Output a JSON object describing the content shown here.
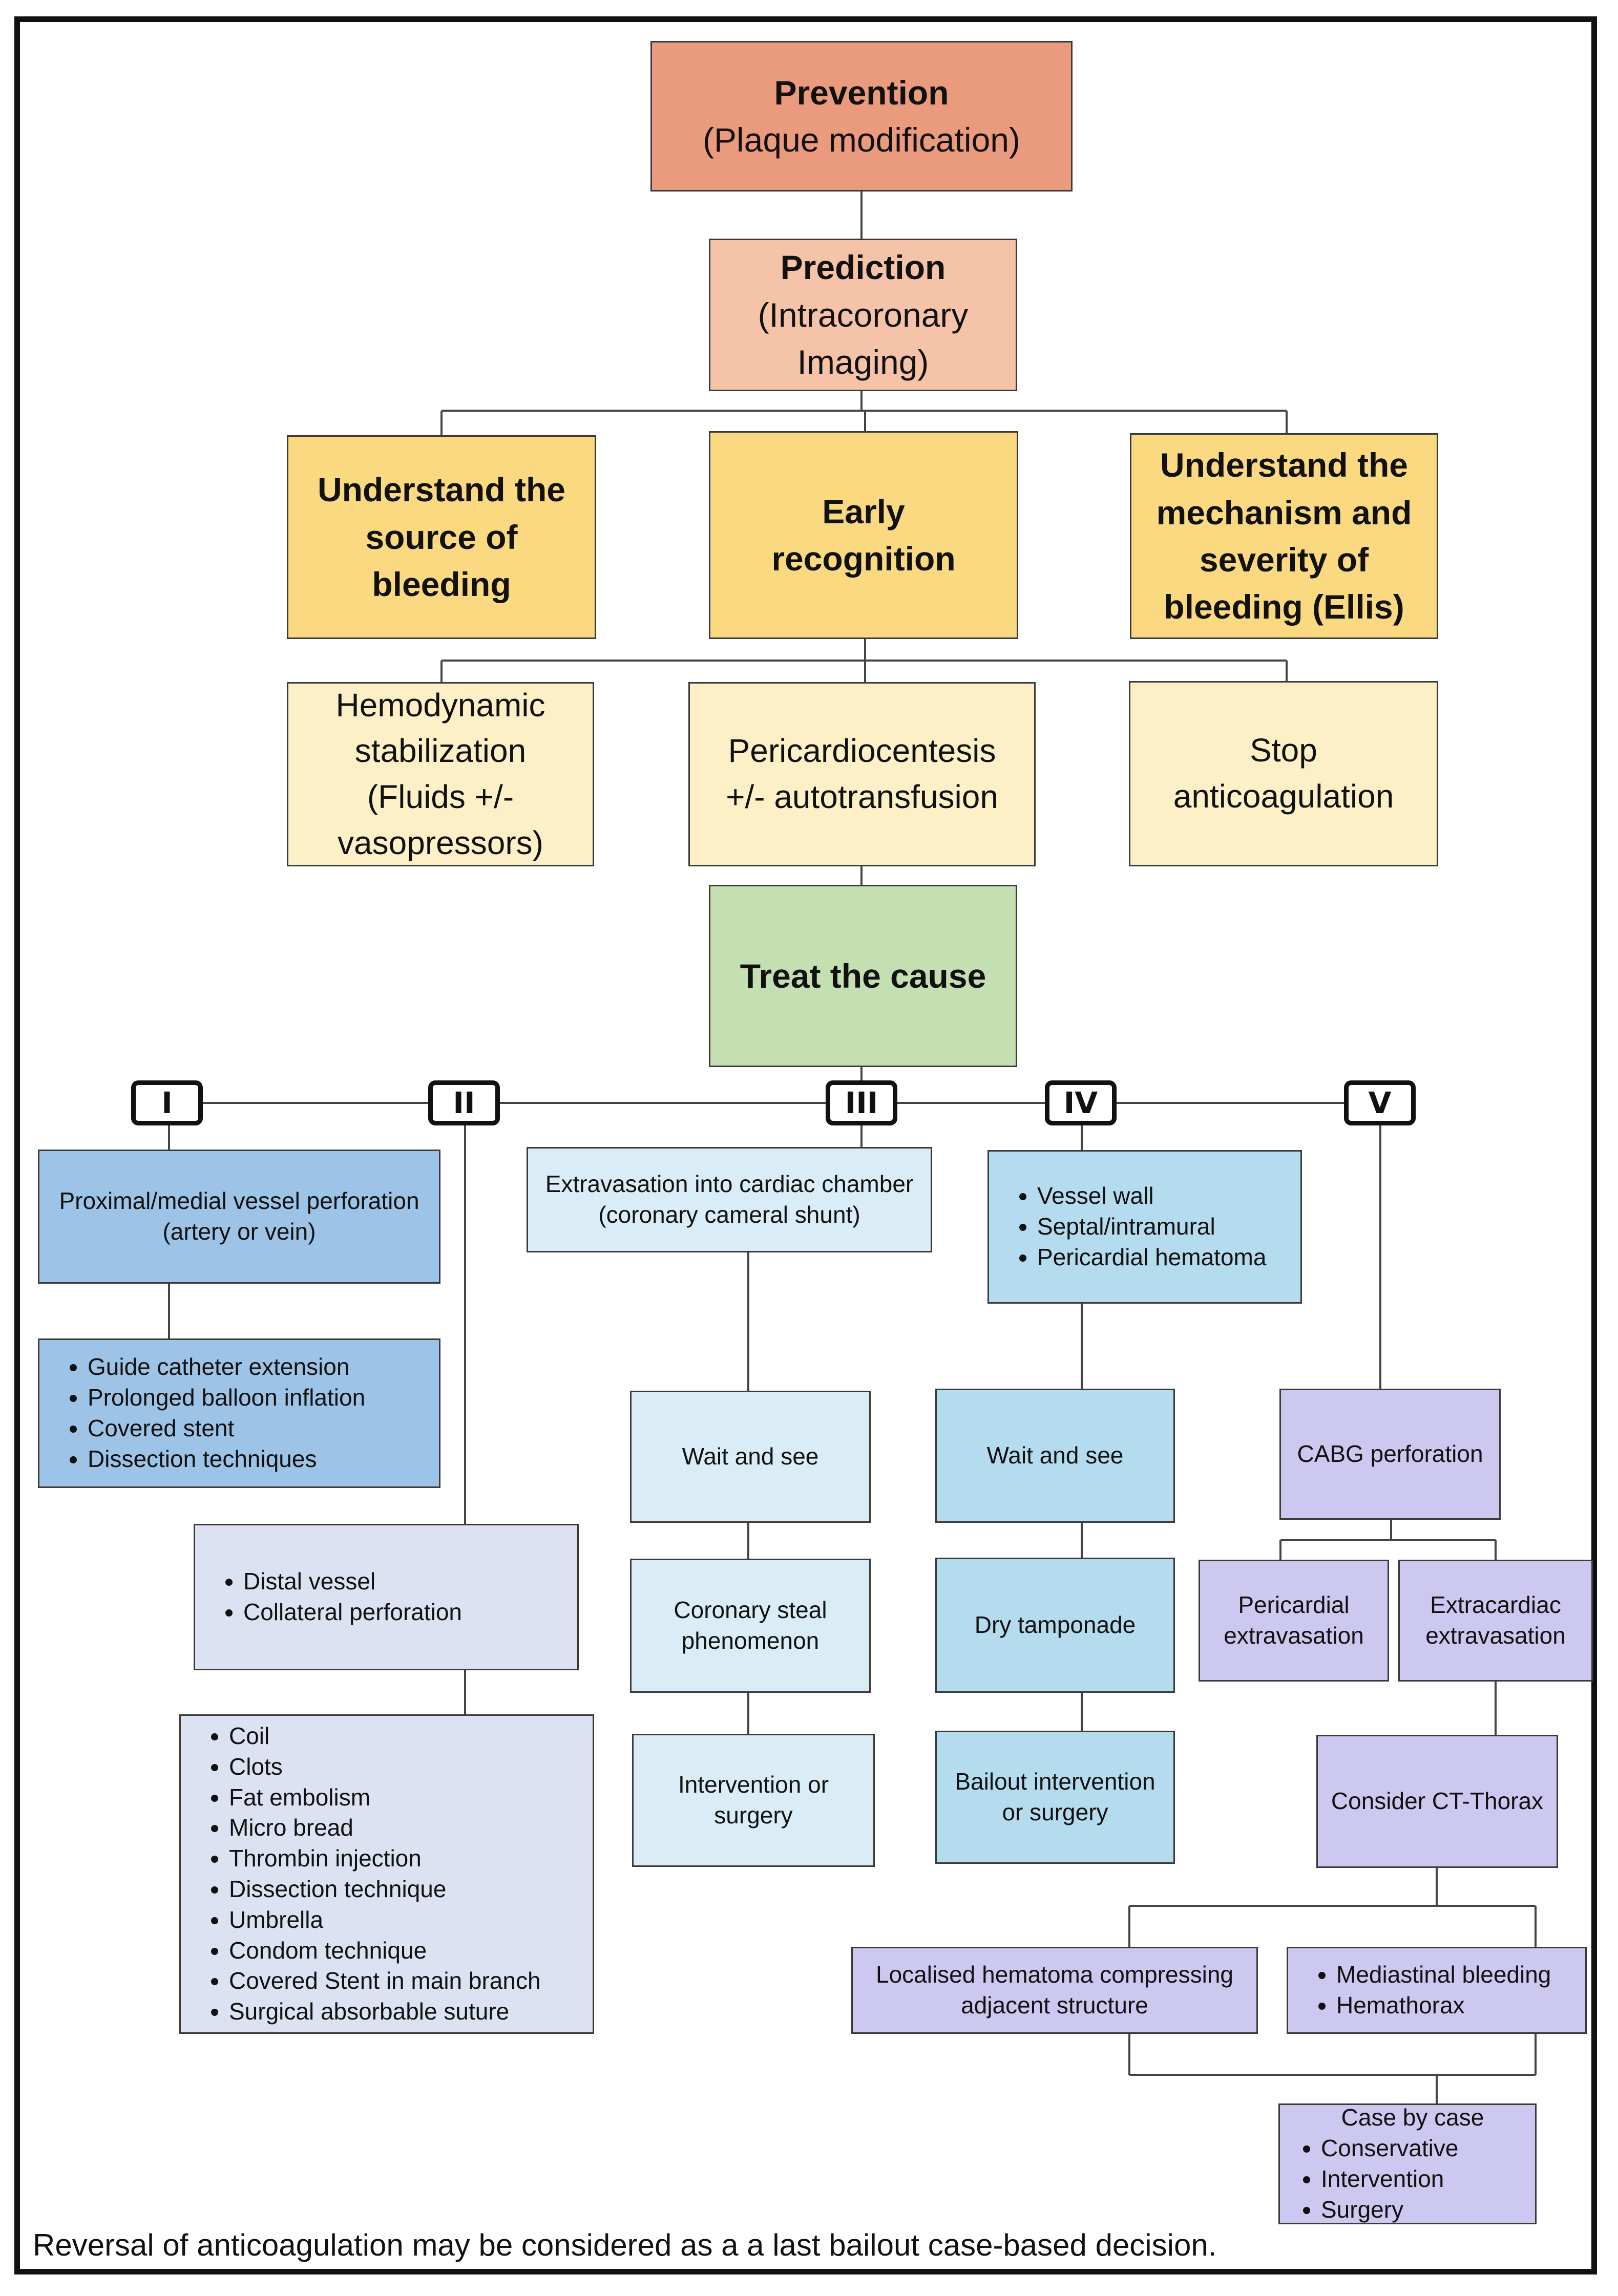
{
  "colors": {
    "prevention": "#ea9a7d",
    "prediction": "#f5c4a8",
    "yellow_strong": "#fbd980",
    "yellow_light": "#fdf0c6",
    "green": "#c4e0b2",
    "blue_mid": "#9dc3e6",
    "blue_pale": "#daecf5",
    "blue_light": "#b4dbee",
    "lavender": "#dde2f2",
    "purple": "#cdc8ef"
  },
  "prevention": {
    "title": "Prevention",
    "sub": "(Plaque modification)"
  },
  "prediction": {
    "title": "Prediction",
    "sub1": "(Intracoronary",
    "sub2": "Imaging)"
  },
  "pillars": {
    "source": [
      "Understand the",
      "source of",
      "bleeding"
    ],
    "early": [
      "Early",
      "recognition"
    ],
    "mechanism": [
      "Understand the",
      "mechanism and",
      "severity of",
      "bleeding (Ellis)"
    ]
  },
  "actions": {
    "hemo": [
      "Hemodynamic",
      "stabilization",
      "(Fluids +/-",
      "vasopressors)"
    ],
    "peri": [
      "Pericardiocentesis",
      "+/- autotransfusion"
    ],
    "stop": [
      "Stop",
      "anticoagulation"
    ]
  },
  "treat": "Treat the cause",
  "roman": [
    "I",
    "II",
    "III",
    "IV",
    "V"
  ],
  "type1": {
    "box": [
      "Proximal/medial vessel perforation",
      "(artery or vein)"
    ],
    "list": [
      "Guide catheter extension",
      "Prolonged balloon inflation",
      "Covered stent",
      "Dissection techniques"
    ]
  },
  "type2": {
    "box": [
      "Distal vessel",
      "Collateral perforation"
    ],
    "list": [
      "Coil",
      "Clots",
      "Fat embolism",
      "Micro bread",
      "Thrombin injection",
      "Dissection technique",
      "Umbrella",
      "Condom technique",
      "Covered Stent in main branch",
      "Surgical absorbable suture"
    ]
  },
  "type3": {
    "box": [
      "Extravasation into cardiac chamber",
      "(coronary cameral shunt)"
    ],
    "wait": "Wait and see",
    "steal": [
      "Coronary steal",
      "phenomenon"
    ],
    "interv": [
      "Intervention or",
      "surgery"
    ]
  },
  "type4": {
    "box": [
      "Vessel wall",
      "Septal/intramural",
      "Pericardial hematoma"
    ],
    "wait": "Wait and see",
    "dry": "Dry tamponade",
    "bailout": [
      "Bailout intervention",
      "or surgery"
    ]
  },
  "type5": {
    "cabg": "CABG perforation",
    "pericardial": [
      "Pericardial",
      "extravasation"
    ],
    "extracardiac": [
      "Extracardiac",
      "extravasation"
    ],
    "ct": "Consider CT-Thorax",
    "localised": [
      "Localised hematoma compressing",
      "adjacent structure"
    ],
    "mediastinal": [
      "Mediastinal bleeding",
      "Hemathorax"
    ],
    "case_title": "Case by case",
    "case_list": [
      "Conservative",
      "Intervention",
      "Surgery"
    ]
  },
  "footer": "Reversal of anticoagulation may be considered as a a last bailout case-based decision."
}
